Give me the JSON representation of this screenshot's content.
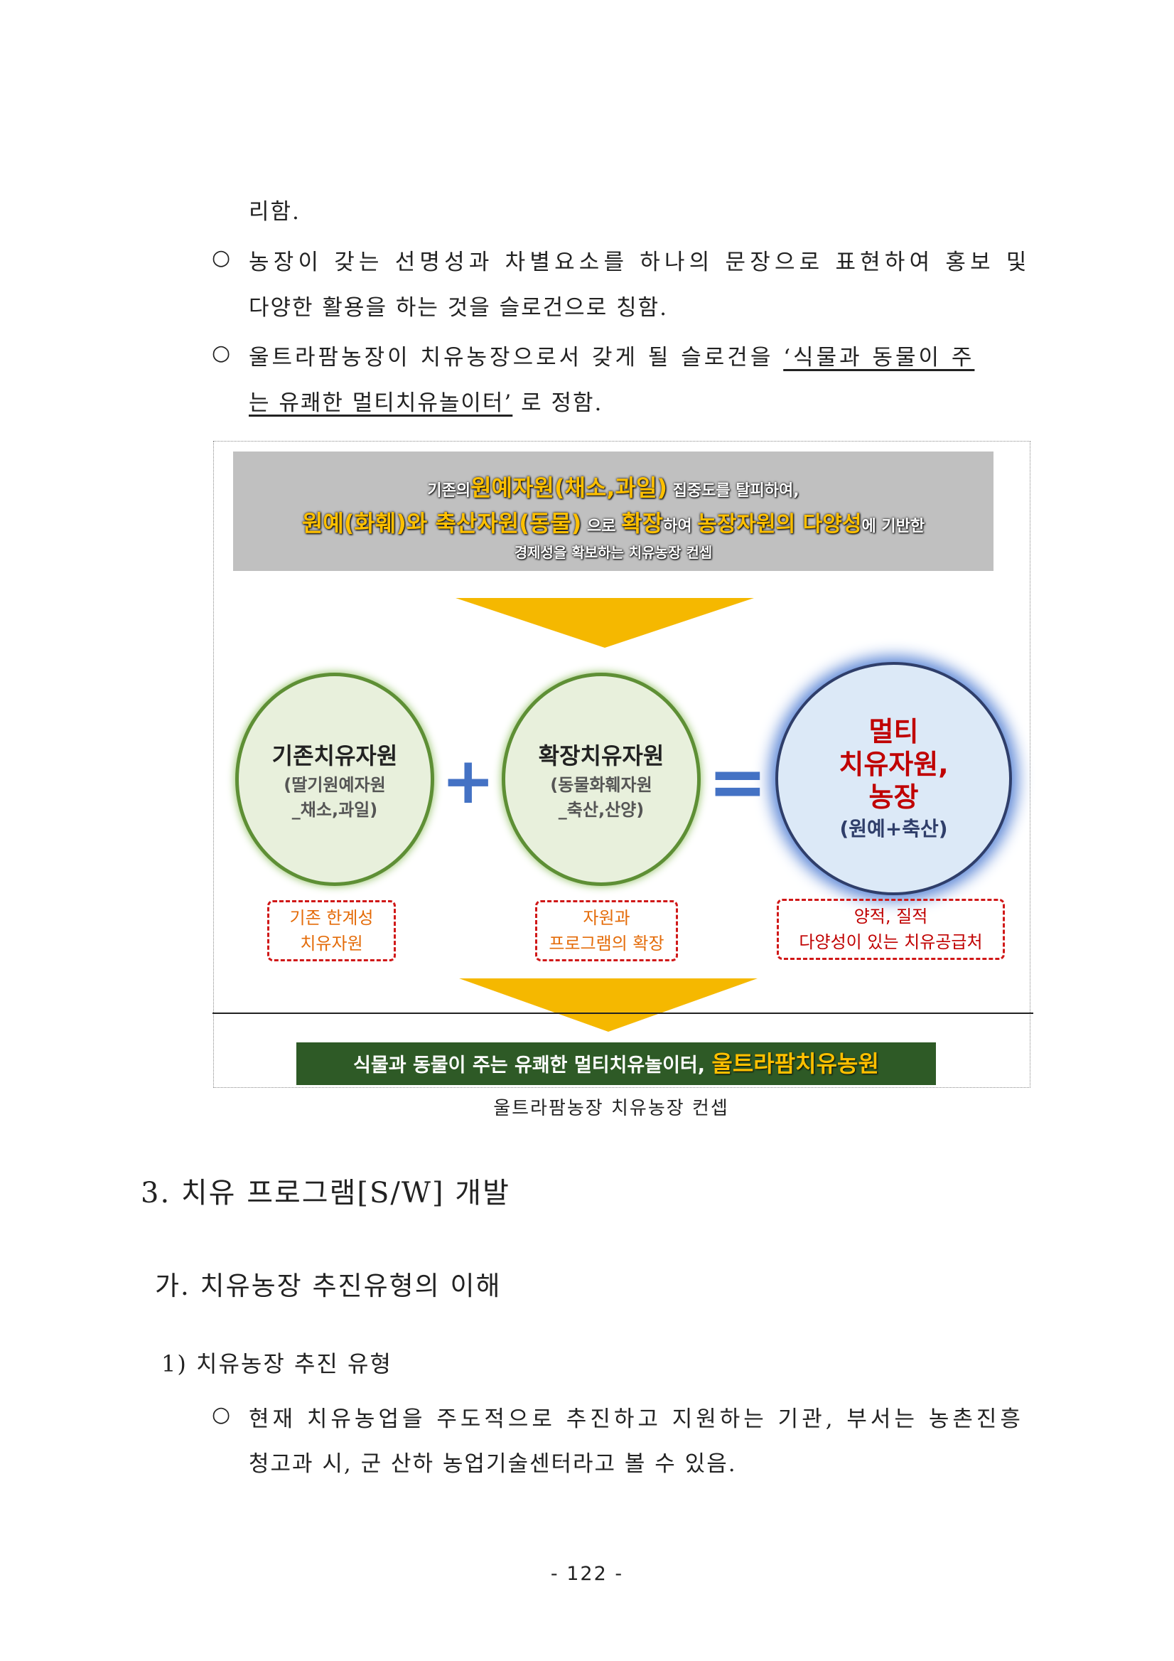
{
  "paragraphs": {
    "p0": "리함.",
    "b1_l1": "농장이 갖는 선명성과 차별요소를 하나의 문장으로 표현하여 홍보 및",
    "b1_l2": "다양한 활용을 하는 것을 슬로건으로 칭함.",
    "b2_l1a": "울트라팜농장이 치유농장으로서 갖게 될 슬로건을 ",
    "b2_l1b": "‘식물과 동물이 주",
    "b2_l2a": "는 유쾌한 멀티치유놀이터’",
    "b2_l2b": "로 정함."
  },
  "bullet": "○",
  "figure": {
    "banner": {
      "l1a": "기존의",
      "l1b": "원예자원(채소,과일)",
      "l1c": " 집중도를 탈피하여,",
      "l2a": "원예(화훼)와 축산자원(동물)",
      "l2b": " 으로 ",
      "l2c": "확장",
      "l2d": "하여 ",
      "l2e": "농장자원의 다양성",
      "l2f": "에 기반한",
      "l3": "경제성을 확보하는  치유농장  컨셉"
    },
    "c1": {
      "title": "기존치유자원",
      "sub1": "(딸기원예자원",
      "sub2": "_채소,과일)"
    },
    "c2": {
      "title": "확장치유자원",
      "sub1": "(동물화훼자원",
      "sub2": "_축산,산양)"
    },
    "c3": {
      "l1": "멀티",
      "l2": "치유자원,",
      "l3": "농장",
      "sub": "(원예+축산)"
    },
    "plus": "+",
    "equals": "=",
    "n1": {
      "l1": "기존 한계성",
      "l2": "치유자원"
    },
    "n2": {
      "l1": "자원과",
      "l2": "프로그램의 확장"
    },
    "n3": {
      "l1": "양적, 질적",
      "l2": "다양성이 있는 치유공급처"
    },
    "footer_a": "식물과 동물이 주는 유쾌한 멀티치유놀이터, ",
    "footer_b": "울트라팜치유농원"
  },
  "caption": "울트라팜농장 치유농장 컨셉",
  "h3": "3. 치유 프로그램[S/W] 개발",
  "h4": "가. 치유농장 추진유형의 이해",
  "h5": "1) 치유농장 추진 유형",
  "b3_l1": "현재 치유농업을 주도적으로 추진하고 지원하는 기관, 부서는 농촌진흥",
  "b3_l2": "청고과 시, 군 산하 농업기술센터라고 볼 수 있음.",
  "page_number": "- 122 -"
}
